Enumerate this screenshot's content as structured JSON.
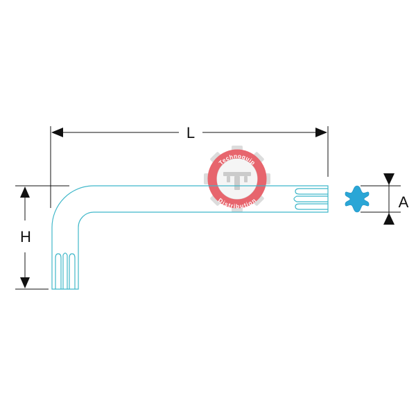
{
  "dimensions": {
    "length_label": "L",
    "height_label": "H",
    "across_label": "A"
  },
  "watermark": {
    "top_text": "Technoquip",
    "bottom_text": "Distribution",
    "gear_color": "#d7d7d7",
    "ring_color": "#e8404a",
    "logo_color": "#c9c9c9"
  },
  "colors": {
    "wrench_outline": "#3fb7c9",
    "torx_fill": "#2aa6d6",
    "dimension_lines": "#111111"
  }
}
